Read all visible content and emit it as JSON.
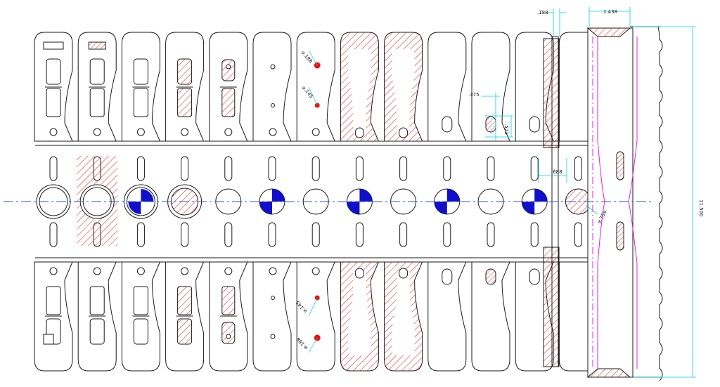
{
  "colors": {
    "outline": "#1a1a1a",
    "hatch": "#e8241c",
    "centre_fill": "#1010cc",
    "centerline": "#3050e0",
    "dimension": "#00d0e8",
    "magenta": "#e020e0",
    "hole_red": "#ee1111"
  },
  "dimensions": {
    "d188": ".188",
    "d1438": "1.438",
    "d375": ".375",
    "d521": ".521",
    "d688": ".688",
    "d759": "⌀.759",
    "d11500": "11.500"
  },
  "hole_labels": {
    "top_large": "⌀.188",
    "top_small": "⌀.145",
    "bottom_small": "⌀.145",
    "bottom_large": "⌀.188"
  },
  "stations": [
    {
      "top_slot": "slot",
      "top_slot2": "slot",
      "centre": "ring",
      "strip_hatch": false,
      "tab": "rect",
      "pierce": "none"
    },
    {
      "top_slot": "slot",
      "top_slot2": "slot",
      "centre": "ring",
      "strip_hatch": true,
      "tab": "rect-hatch",
      "pierce": "none"
    },
    {
      "top_slot": "slot",
      "top_slot2": "slot",
      "centre": "ring-quad",
      "strip_hatch": false,
      "tab": "none",
      "pierce": "none"
    },
    {
      "top_slot": "slot-hatch",
      "top_slot2": "slot-hatch",
      "centre": "ring-hatch",
      "strip_hatch": false,
      "tab": "none",
      "pierce": "none"
    },
    {
      "top_slot": "slot-hatch",
      "top_slot2": "slot-hatch",
      "centre": "circle",
      "strip_hatch": false,
      "tab": "none",
      "pierce": "none"
    },
    {
      "top_slot": "holes",
      "top_slot2": "none",
      "centre": "quad",
      "strip_hatch": false,
      "tab": "none",
      "pierce": "none"
    },
    {
      "top_slot": "red-holes",
      "top_slot2": "none",
      "centre": "circle",
      "strip_hatch": false,
      "tab": "none",
      "pierce": "none"
    },
    {
      "top_slot": "blank-hatch",
      "top_slot2": "none",
      "centre": "quad",
      "strip_hatch": false,
      "tab": "none",
      "pierce": "none"
    },
    {
      "top_slot": "blank-hatch",
      "top_slot2": "none",
      "centre": "circle",
      "strip_hatch": false,
      "tab": "none",
      "pierce": "none"
    },
    {
      "top_slot": "blank",
      "top_slot2": "none",
      "centre": "quad",
      "strip_hatch": false,
      "tab": "none",
      "pierce": "none"
    },
    {
      "top_slot": "blank-red-slot",
      "top_slot2": "none",
      "centre": "circle",
      "strip_hatch": false,
      "tab": "none",
      "pierce": "none"
    },
    {
      "top_slot": "blank",
      "top_slot2": "none",
      "centre": "quad",
      "strip_hatch": false,
      "tab": "none",
      "pierce": "none"
    },
    {
      "top_slot": "notch-hatch",
      "top_slot2": "none",
      "centre": "circle-hatch",
      "strip_hatch": false,
      "tab": "none",
      "pierce": "none"
    }
  ]
}
